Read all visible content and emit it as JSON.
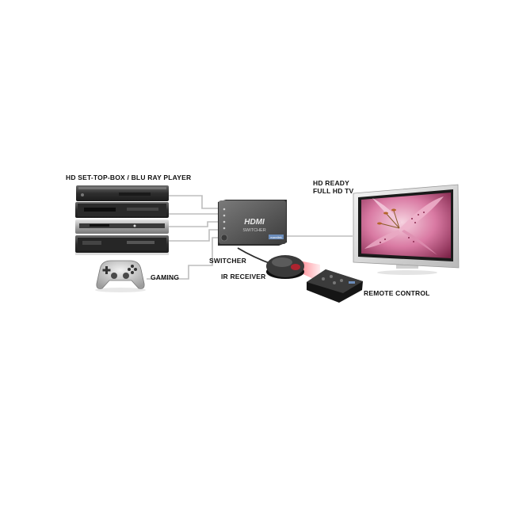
{
  "labels": {
    "stb": "HD SET-TOP-BOX / BLU RAY PLAYER",
    "gaming": "GAMING",
    "switcher": "SWITCHER",
    "ir_receiver": "IR RECEIVER",
    "remote_control": "REMOTE CONTROL",
    "tv_line1": "HD READY",
    "tv_line2": "FULL HD TV"
  },
  "switcher_face": {
    "logo": "HDMI",
    "sub": "SWITCHER",
    "badge": "marmitek"
  },
  "colors": {
    "cable": "#bdbdbd",
    "device_dark": "#3a3a3a",
    "switcher_body": "#5a5a5a",
    "ir_beam": "#e0303a",
    "tv_frame": "#d8d8d8"
  }
}
